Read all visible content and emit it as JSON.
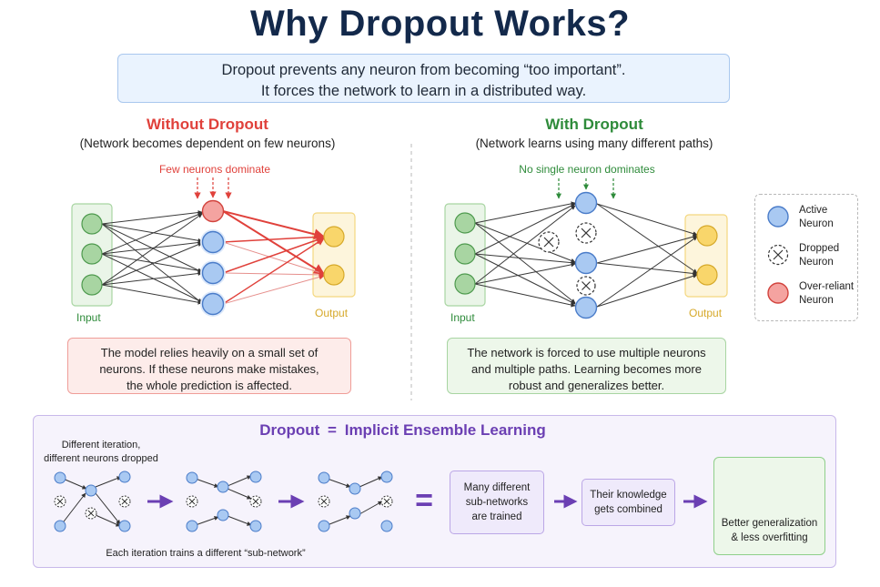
{
  "title": "Why Dropout Works?",
  "summary": {
    "line1": "Dropout prevents any neuron from becoming “too important”.",
    "line2": "It forces the network to learn in a distributed way."
  },
  "without": {
    "title": "Without Dropout",
    "subtitle": "(Network becomes dependent on few neurons)",
    "annotation": "Few neurons dominate",
    "input_label": "Input",
    "output_label": "Output",
    "description": [
      "The model relies heavily on a small set of",
      "neurons. If these neurons make mistakes,",
      "the whole prediction is affected."
    ]
  },
  "with": {
    "title": "With Dropout",
    "subtitle": "(Network learns using many different paths)",
    "annotation": "No single neuron dominates",
    "input_label": "Input",
    "output_label": "Output",
    "description": [
      "The network is forced to use multiple neurons",
      "and multiple paths. Learning becomes more",
      "robust and generalizes better."
    ]
  },
  "legend": {
    "items": [
      {
        "label1": "Active",
        "label2": "Neuron",
        "kind": "active"
      },
      {
        "label1": "Dropped",
        "label2": "Neuron",
        "kind": "dropped"
      },
      {
        "label1": "Over-reliant",
        "label2": "Neuron",
        "kind": "overreliant"
      }
    ]
  },
  "ensemble": {
    "title_a": "Dropout",
    "title_eq": "=",
    "title_b": "Implicit Ensemble Learning",
    "iteration_note": [
      "Different iteration,",
      "different neurons dropped"
    ],
    "footer": "Each iteration trains a different “sub-network”",
    "equals": "=",
    "box1": [
      "Many different",
      "sub-networks",
      "are trained"
    ],
    "box2": [
      "Their knowledge",
      "gets combined"
    ],
    "box3": [
      "Better generalization",
      "& less overfitting"
    ]
  },
  "colors": {
    "title": "#13294b",
    "red": "#e0413b",
    "green": "#2e8b3a",
    "purple": "#6b3fb3",
    "neuron_blue": "#a9c9f2",
    "neuron_blue_stroke": "#4a7cc9",
    "input_green": "#a8d5a2",
    "output_yellow": "#f9d66b"
  }
}
